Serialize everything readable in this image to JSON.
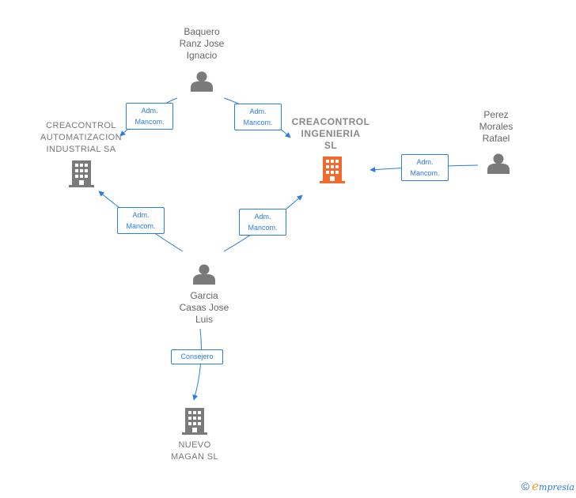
{
  "colors": {
    "edge": "#2a7de1",
    "person": "#7a7a7a",
    "company": "#7a7a7a",
    "focus_company": "#f26a2e"
  },
  "nodes": {
    "baquero": {
      "label": "Baquero\nRanz Jose\nIgnacio",
      "icon": "person-icon"
    },
    "creacontrol_aut": {
      "label": "CREACONTROL\nAUTOMATIZACION\nINDUSTRIAL SA",
      "icon": "building-icon"
    },
    "creacontrol_ing": {
      "label": "CREACONTROL\nINGENIERIA\nSL",
      "icon": "building-icon"
    },
    "perez": {
      "label": "Perez\nMorales\nRafael",
      "icon": "person-icon"
    },
    "garcia": {
      "label": "Garcia\nCasas Jose\nLuis",
      "icon": "person-icon"
    },
    "nuevo_magan": {
      "label": "NUEVO\nMAGAN  SL",
      "icon": "building-icon"
    }
  },
  "edges": {
    "baquero_aut": "Adm.\nMancom.",
    "baquero_ing": "Adm.\nMancom.",
    "perez_ing": "Adm.\nMancom.",
    "garcia_aut": "Adm.\nMancom.",
    "garcia_ing": "Adm.\nMancom.",
    "garcia_nuevo": "Consejero"
  },
  "footer": {
    "copyright_symbol": "©",
    "brand_initial": "e",
    "brand_rest": "mpresia"
  }
}
